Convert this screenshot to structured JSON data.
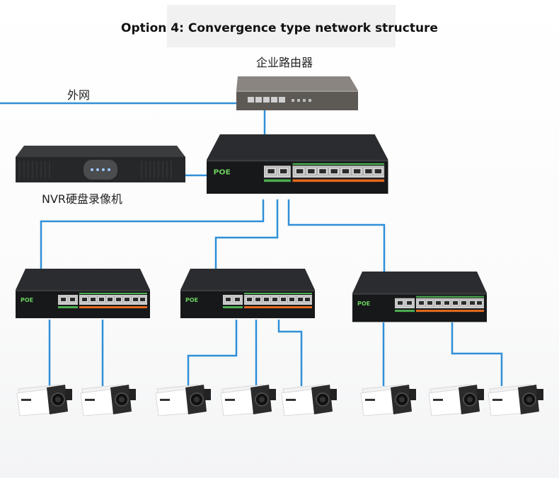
{
  "title": "Option 4: Convergence type network structure",
  "labels": {
    "router": "企业路由器",
    "internet": "外网",
    "nvr": "NVR硬盘录像机"
  },
  "switch_badge": "POE",
  "colors": {
    "cable": "#2f8fd8",
    "switch_body": "#1c1e20",
    "port_stripe": "#e46a1e",
    "uplink_stripe": "#4caf50",
    "router_body": "#6d6a66"
  }
}
